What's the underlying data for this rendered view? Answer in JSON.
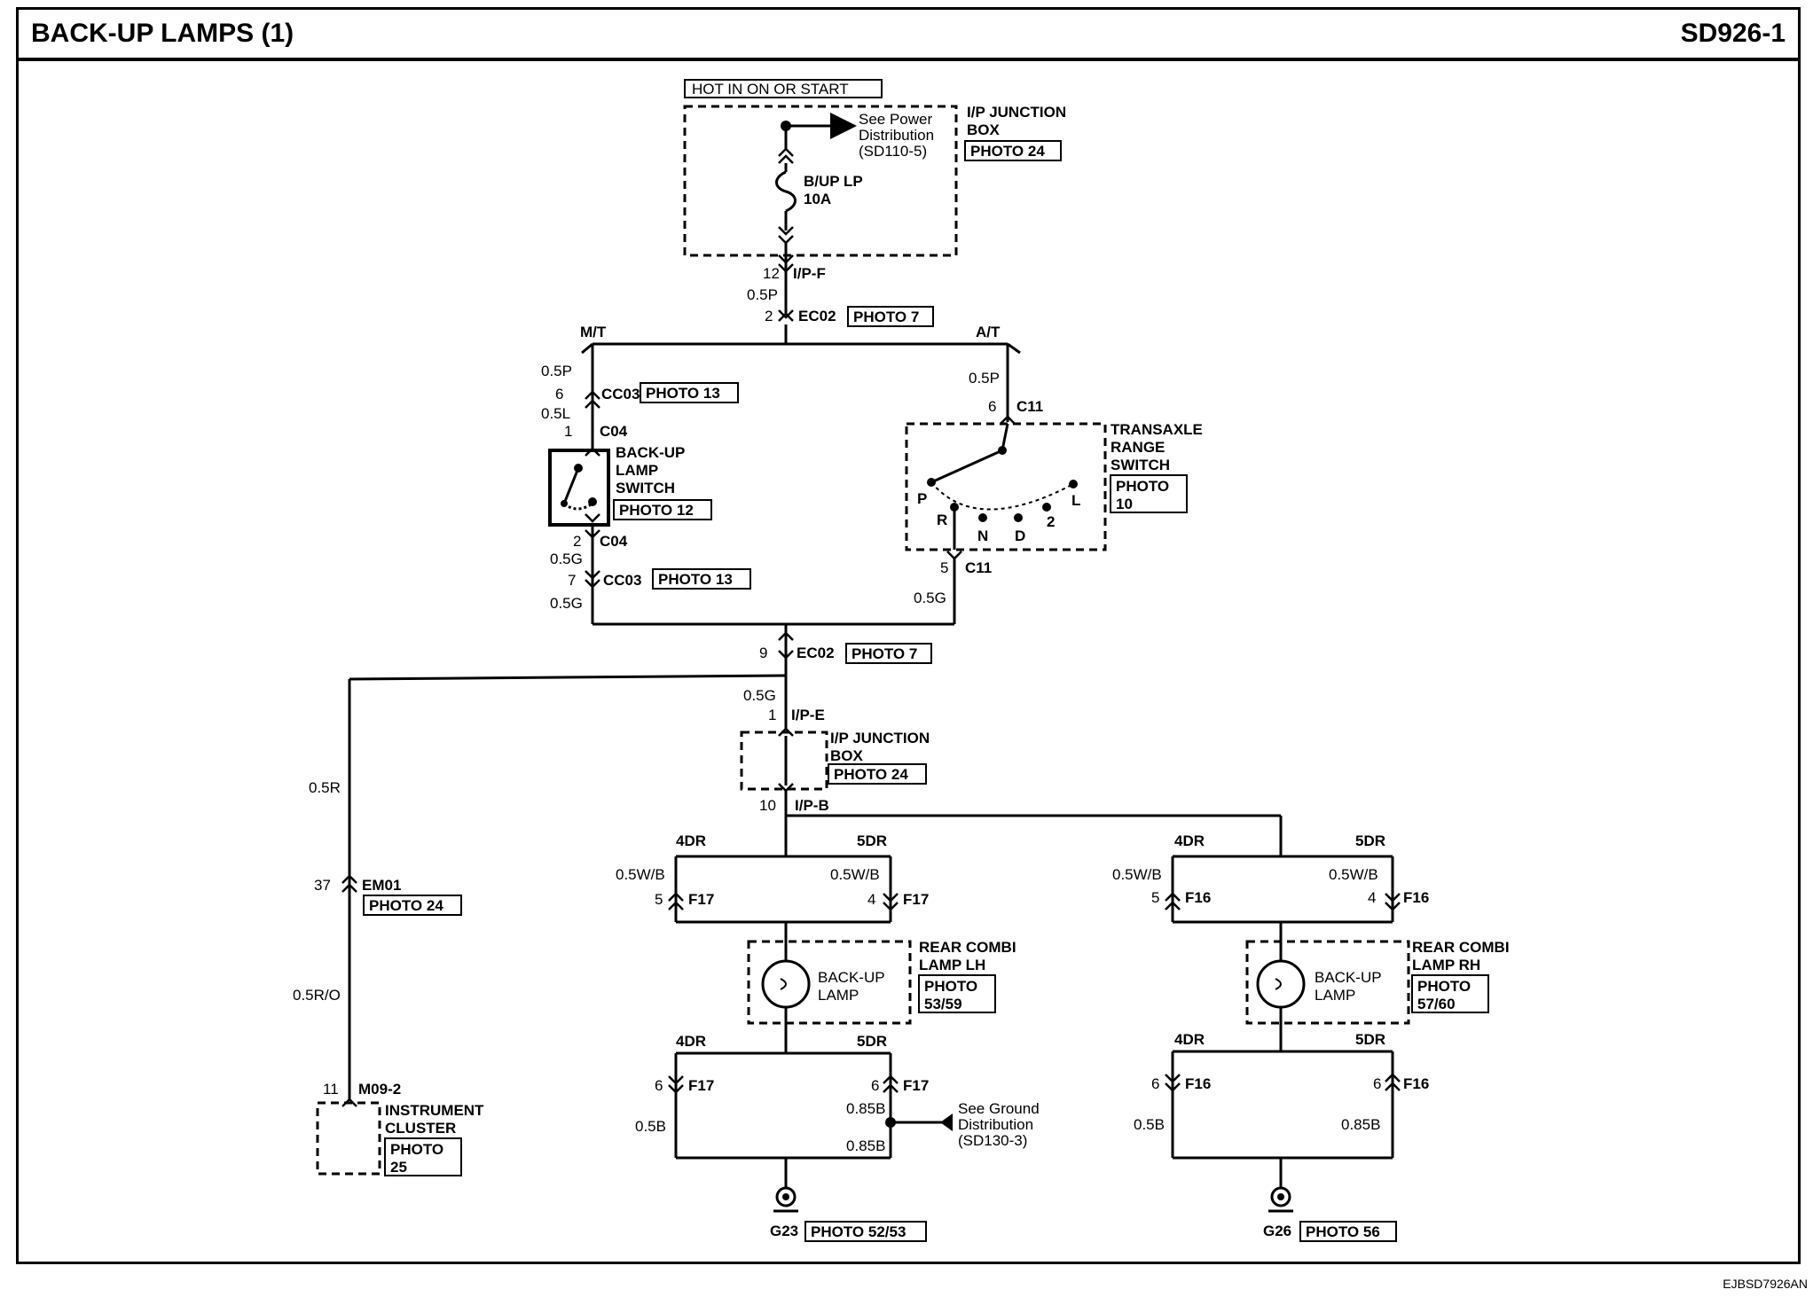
{
  "header": {
    "title": "BACK-UP LAMPS (1)",
    "code": "SD926-1"
  },
  "footer": {
    "doc_id": "EJBSD7926AN"
  },
  "power": {
    "hot_label": "HOT IN ON OR START",
    "junction_box": [
      "I/P JUNCTION",
      "BOX"
    ],
    "junction_photo": "PHOTO 24",
    "see_power": [
      "See Power",
      "Distribution",
      "(SD110-5)"
    ],
    "fuse": [
      "B/UP LP",
      "10A"
    ]
  },
  "connectors": {
    "ipf": {
      "pin": "12",
      "name": "I/P-F"
    },
    "ec02_top": {
      "pin": "2",
      "name": "EC02",
      "photo": "PHOTO 7"
    },
    "cc03_top": {
      "pin": "6",
      "name": "CC03",
      "photo": "PHOTO 13"
    },
    "c04_top": {
      "pin": "1",
      "name": "C04"
    },
    "c04_bot": {
      "pin": "2",
      "name": "C04"
    },
    "cc03_bot": {
      "pin": "7",
      "name": "CC03",
      "photo": "PHOTO 13"
    },
    "c11_top": {
      "pin": "6",
      "name": "C11"
    },
    "c11_bot": {
      "pin": "5",
      "name": "C11"
    },
    "ec02_mid": {
      "pin": "9",
      "name": "EC02",
      "photo": "PHOTO 7"
    },
    "ipe": {
      "pin": "1",
      "name": "I/P-E"
    },
    "ipb": {
      "pin": "10",
      "name": "I/P-B"
    },
    "em01": {
      "pin": "37",
      "name": "EM01",
      "photo": "PHOTO 24"
    },
    "m09": {
      "pin": "11",
      "name": "M09-2"
    }
  },
  "wires": {
    "p05": "0.5P",
    "l05": "0.5L",
    "g05": "0.5G",
    "r05": "0.5R",
    "ro05": "0.5R/O",
    "wb05": "0.5W/B",
    "b05": "0.5B",
    "b085": "0.85B"
  },
  "branches": {
    "mt": "M/T",
    "at": "A/T",
    "dr4": "4DR",
    "dr5": "5DR"
  },
  "backup_switch": {
    "label": [
      "BACK-UP",
      "LAMP",
      "SWITCH"
    ],
    "photo": "PHOTO 12"
  },
  "range_switch": {
    "label": [
      "TRANSAXLE",
      "RANGE",
      "SWITCH"
    ],
    "photo": [
      "PHOTO",
      "10"
    ],
    "positions": [
      "P",
      "R",
      "N",
      "D",
      "2",
      "L"
    ]
  },
  "ip_box2": {
    "label": [
      "I/P JUNCTION",
      "BOX"
    ],
    "photo": "PHOTO 24"
  },
  "instrument_cluster": {
    "label": [
      "INSTRUMENT",
      "CLUSTER"
    ],
    "photo": [
      "PHOTO",
      "25"
    ]
  },
  "lamp_lh": {
    "title": [
      "REAR COMBI",
      "LAMP LH"
    ],
    "lamp": [
      "BACK-UP",
      "LAMP"
    ],
    "photo": [
      "PHOTO",
      "53/59"
    ],
    "f_top_4": {
      "pin": "5",
      "name": "F17"
    },
    "f_top_5": {
      "pin": "4",
      "name": "F17"
    },
    "f_bot_4": {
      "pin": "6",
      "name": "F17"
    },
    "f_bot_5": {
      "pin": "6",
      "name": "F17"
    },
    "see_ground": [
      "See Ground",
      "Distribution",
      "(SD130-3)"
    ],
    "ground": {
      "name": "G23",
      "photo": "PHOTO 52/53"
    }
  },
  "lamp_rh": {
    "title": [
      "REAR COMBI",
      "LAMP RH"
    ],
    "lamp": [
      "BACK-UP",
      "LAMP"
    ],
    "photo": [
      "PHOTO",
      "57/60"
    ],
    "f_top_4": {
      "pin": "5",
      "name": "F16"
    },
    "f_top_5": {
      "pin": "4",
      "name": "F16"
    },
    "f_bot_4": {
      "pin": "6",
      "name": "F16"
    },
    "f_bot_5": {
      "pin": "6",
      "name": "F16"
    },
    "ground": {
      "name": "G26",
      "photo": "PHOTO 56"
    }
  }
}
